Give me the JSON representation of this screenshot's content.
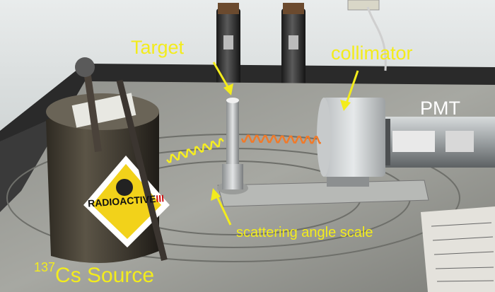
{
  "labels": {
    "target": "Target",
    "collimator": "collimator",
    "pmt": "PMT",
    "scattering": "scattering angle scale",
    "source_mass": "137",
    "source_name": "Cs Source"
  },
  "can_label": {
    "radioactive": "RADIOACTIVE",
    "class": "III"
  },
  "colors": {
    "label_yellow": "#f3ec1c",
    "wave_yellow": "#f6ee20",
    "wave_orange": "#f07a2a",
    "arrow_yellow": "#f3ec1c"
  }
}
